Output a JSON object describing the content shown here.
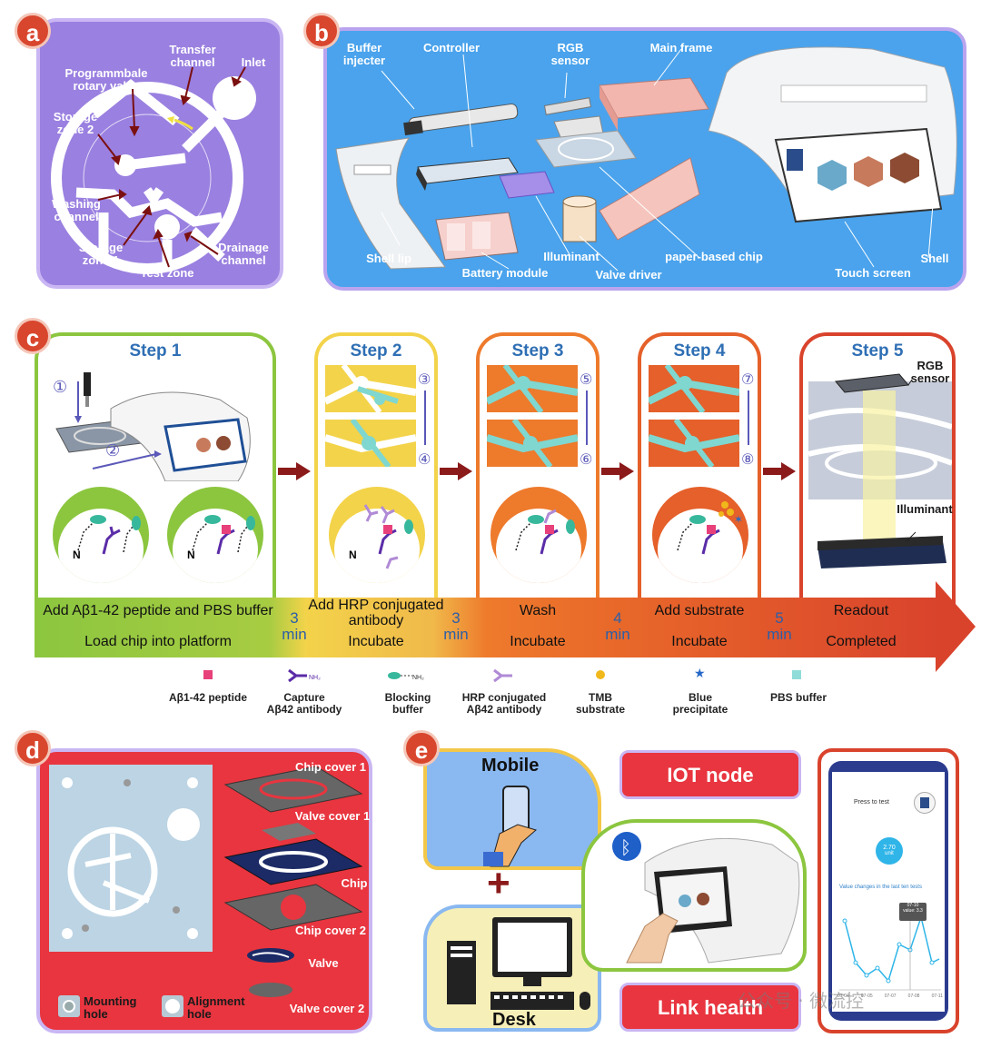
{
  "panels": {
    "a": {
      "badge": "a",
      "labels": {
        "transfer_channel": "Transfer\nchannel",
        "inlet": "Inlet",
        "rotary_valve": "Programmbale\nrotary valve",
        "storage_zone_2": "Storage\nzone 2",
        "washing_channel": "Washing\nchannel",
        "storage_zone_1": "Storage\nzone 1",
        "test_zone": "Test zone",
        "drainage_channel": "Drainage\nchannel"
      }
    },
    "b": {
      "badge": "b",
      "labels": {
        "buffer_injecter": "Buffer\ninjecter",
        "controller": "Controller",
        "rgb_sensor": "RGB\nsensor",
        "main_frame": "Main frame",
        "shell_lip": "Shell lip",
        "battery_module": "Battery module",
        "illuminant": "Illuminant",
        "valve_driver": "Valve driver",
        "paper_chip": "paper-based chip",
        "touch_screen": "Touch screen",
        "shell": "Shell"
      }
    },
    "c": {
      "badge": "c",
      "steps": [
        "Step 1",
        "Step 2",
        "Step 3",
        "Step 4",
        "Step 5"
      ],
      "step1_markers": [
        "①",
        "②"
      ],
      "step2_markers": [
        "③",
        "④"
      ],
      "step3_markers": [
        "⑤",
        "⑥"
      ],
      "step4_markers": [
        "⑦",
        "⑧"
      ],
      "step5_labels": {
        "rgb_sensor": "RGB\nsensor",
        "illuminant": "Illuminant"
      },
      "timeline": [
        {
          "top": "Add Aβ1-42 peptide and PBS buffer",
          "bottom": "Load chip into platform"
        },
        {
          "top": "Add HRP conjugated\nantibody",
          "bottom": "Incubate"
        },
        {
          "top": "Wash",
          "bottom": "Incubate"
        },
        {
          "top": "Add substrate",
          "bottom": "Incubate"
        },
        {
          "top": "Readout",
          "bottom": "Completed"
        }
      ],
      "durations": [
        "3\nmin",
        "3\nmin",
        "4\nmin",
        "5\nmin"
      ],
      "legend": [
        {
          "label": "Aβ1-42 peptide",
          "icon": "pink-square"
        },
        {
          "label": "Capture\nAβ42 antibody",
          "icon": "purple-antibody"
        },
        {
          "label": "Blocking\nbuffer",
          "icon": "teal-blocker"
        },
        {
          "label": "HRP conjugated\nAβ42 antibody",
          "icon": "lilac-antibody"
        },
        {
          "label": "TMB\nsubstrate",
          "icon": "yellow-dot"
        },
        {
          "label": "Blue\nprecipitate",
          "icon": "blue-star"
        },
        {
          "label": "PBS buffer",
          "icon": "cyan-square"
        }
      ],
      "molecule_text": [
        "N",
        "N",
        "N"
      ]
    },
    "d": {
      "badge": "d",
      "labels": {
        "chip_cover_1": "Chip cover 1",
        "valve_cover_1": "Valve cover 1",
        "chip": "Chip",
        "chip_cover_2": "Chip cover 2",
        "valve": "Valve",
        "valve_cover_2": "Valve cover 2",
        "mounting_hole": "Mounting\nhole",
        "alignment_hole": "Alignment\nhole"
      }
    },
    "e": {
      "badge": "e",
      "mobile": "Mobile",
      "plus": "+",
      "desk": "Desk",
      "iot_node": "IOT node",
      "link_health": "Link health",
      "phone": {
        "header": "Press to test",
        "value": "2.70",
        "unit": "unit",
        "chart_title": "Value changes in the last ten tests",
        "tooltip_date": "07-10",
        "tooltip_value": "value: 3.3",
        "x_ticks": [
          "07-04",
          "07-05",
          "07-07",
          "07-08",
          "07-11"
        ]
      },
      "watermark": "公众号 · 微流控"
    }
  },
  "colors": {
    "panel_a": "#9a80e0",
    "panel_b": "#4aa3ec",
    "panel_d": "#e8353f",
    "step1": "#8cc63f",
    "step2": "#f3d34a",
    "step3": "#ee7a2c",
    "step4": "#e5602a",
    "step5": "#d9432c",
    "dark_arrow": "#8b1a1a"
  }
}
